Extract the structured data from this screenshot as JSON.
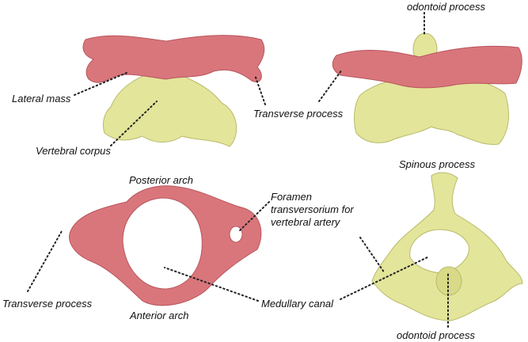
{
  "colors": {
    "bone_pink": "#d9767c",
    "bone_pink_dark": "#b8555c",
    "bone_yellow": "#e3e59a",
    "bone_yellow_dark": "#b9ba6a"
  },
  "labels": {
    "odontoid_top": "odontoid process",
    "lateral_mass": "Lateral mass",
    "transverse_top": "Transverse process",
    "vertebral_corpus": "Vertebral corpus",
    "posterior_arch": "Posterior arch",
    "spinous_process": "Spinous process",
    "foramen": [
      "Foramen",
      "transversorium for",
      "vertebral artery"
    ],
    "transverse_bottom": "Transverse process",
    "anterior_arch": "Anterior arch",
    "medullary_canal": "Medullary canal",
    "odontoid_bottom": "odontoid process"
  }
}
